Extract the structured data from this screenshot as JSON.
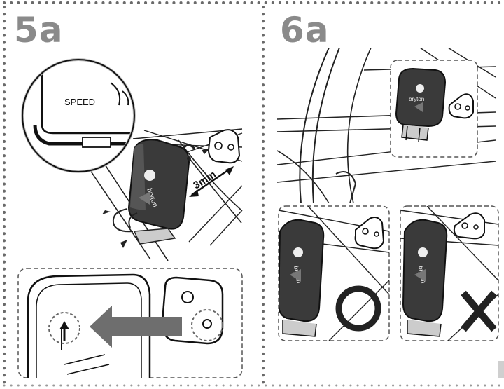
{
  "panel_5a": {
    "step_label": "5a",
    "zoom_label": "SPEED",
    "gap_label": "3mm",
    "sensor_logo": "bryton"
  },
  "panel_6a": {
    "step_label": "6a",
    "sensor_logo": "bryton",
    "correct_mark": "circle-mark",
    "wrong_mark": "cross-mark"
  },
  "colors": {
    "step_label": "#8a8a8a",
    "sensor_body": "#3a3a3a",
    "arrow": "#6e6e6e",
    "dotted_border": "#6a6a6a"
  }
}
